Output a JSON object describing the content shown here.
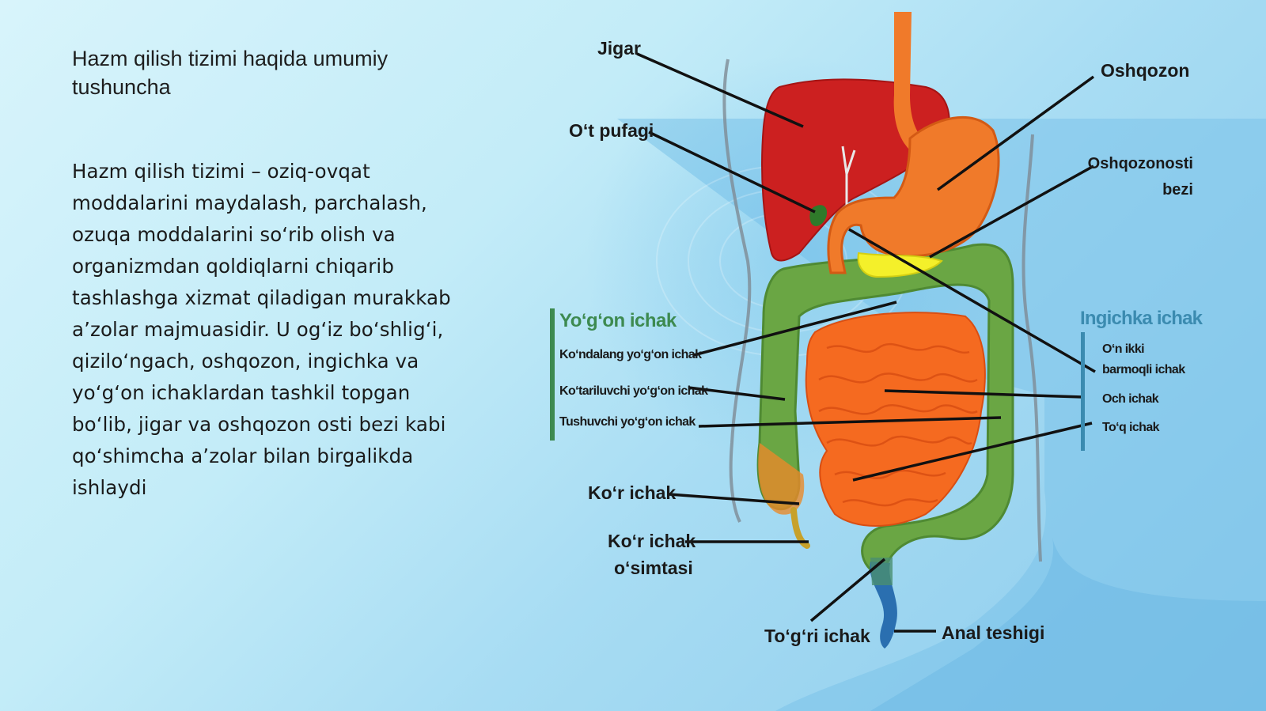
{
  "slide": {
    "title": "Hazm qilish tizimi haqida umumiy tushuncha",
    "body": "Hazm qilish tizimi – oziq-ovqat moddalarini maydalash, parchalash, ozuqa moddalarini so‘rib olish va organizmdan qoldiqlarni chiqarib tashlashga xizmat qiladigan murakkab a’zolar majmuasidir. U og‘iz bo‘shlig‘i, qizilo‘ngach, oshqozon, ingichka va yo‘g‘on ichaklardan tashkil topgan bo‘lib, jigar va oshqozon osti bezi kabi qo‘shimcha a’zolar bilan birgalikda ishlaydi"
  },
  "diagram": {
    "labels": {
      "liver": "Jigar",
      "gallbladder": "O‘t pufagi",
      "stomach": "Oshqozon",
      "pancreas_line1": "Oshqozonosti",
      "pancreas_line2": "bezi",
      "cecum": "Ko‘r ichak",
      "appendix_line1": "Ko‘r ichak",
      "appendix_line2": "o‘simtasi",
      "rectum": "To‘g‘ri ichak",
      "anus": "Anal teshigi"
    },
    "large_intestine": {
      "title": "Yo‘g‘on ichak",
      "items": [
        "Ko‘ndalang yo‘g‘on ichak",
        "Ko‘tariluvchi yo‘g‘on ichak",
        "Tushuvchi yo‘g‘on ichak"
      ]
    },
    "small_intestine": {
      "title": "Ingichka ichak",
      "items_duodenum_line1": "O‘n ikki",
      "items_duodenum_line2": "barmoqli ichak",
      "jejunum": "Och ichak",
      "ileum": "To‘q ichak"
    },
    "colors": {
      "liver": "#cc2020",
      "stomach": "#f07a2a",
      "small_intestine": "#f56a20",
      "large_intestine": "#6aa644",
      "pancreas": "#f4f02a",
      "gallbladder": "#2f7a2a",
      "rectum": "#2a6fb0",
      "group_green": "#3d8a50",
      "group_blue": "#3b8bb0"
    }
  }
}
